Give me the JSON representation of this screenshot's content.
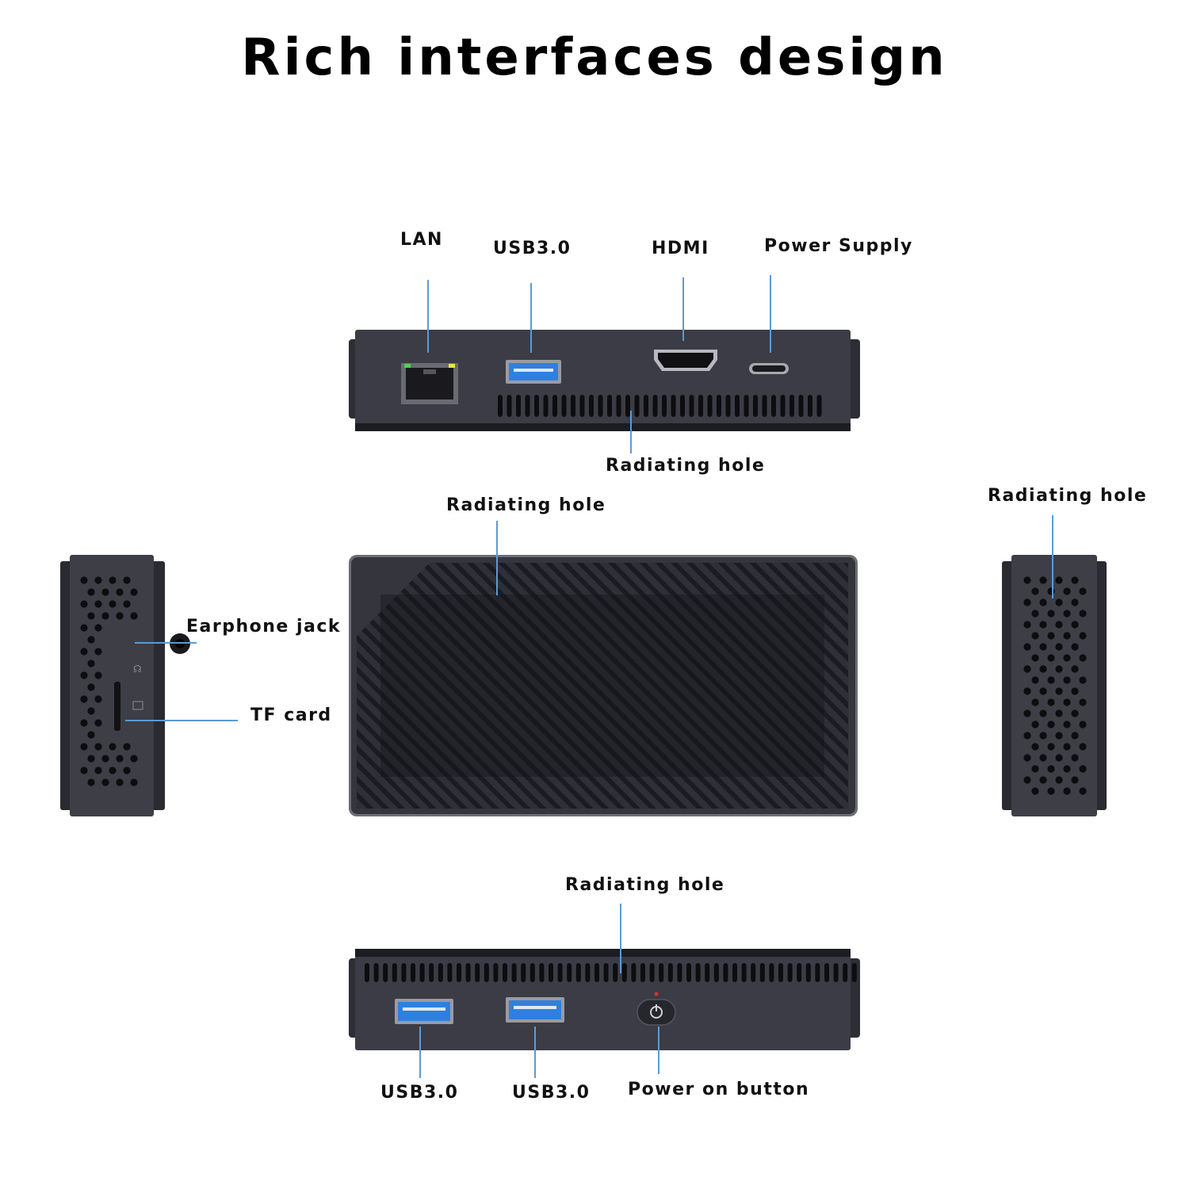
{
  "title": "Rich interfaces design",
  "colors": {
    "callout_line": "#5b9bd5",
    "device_body": "#3b3c45",
    "usb_blue": "#2f7fe0",
    "led_green": "#4cd34c",
    "led_yellow": "#e8e34a"
  },
  "back_panel": {
    "labels": {
      "lan": "LAN",
      "usb": "USB3.0",
      "hdmi": "HDMI",
      "power_supply": "Power Supply",
      "radiating_hole": "Radiating hole"
    }
  },
  "top_panel": {
    "radiating_hole": "Radiating hole"
  },
  "left_side": {
    "earphone_jack": "Earphone jack",
    "tf_card": "TF card"
  },
  "right_side": {
    "radiating_hole": "Radiating hole"
  },
  "front_panel": {
    "labels": {
      "radiating_hole": "Radiating hole",
      "usb_left": "USB3.0",
      "usb_right": "USB3.0",
      "power_button": "Power on button"
    }
  }
}
